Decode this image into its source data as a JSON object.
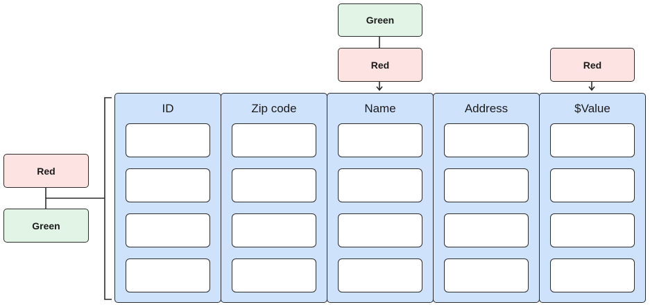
{
  "table": {
    "columns": [
      {
        "header": "ID",
        "cells": [
          "",
          "",
          "",
          ""
        ]
      },
      {
        "header": "Zip code",
        "cells": [
          "",
          "",
          "",
          ""
        ]
      },
      {
        "header": "Name",
        "cells": [
          "",
          "",
          "",
          ""
        ]
      },
      {
        "header": "Address",
        "cells": [
          "",
          "",
          "",
          ""
        ]
      },
      {
        "header": "$Value",
        "cells": [
          "",
          "",
          "",
          ""
        ]
      }
    ]
  },
  "tags": {
    "name_green": "Green",
    "name_red": "Red",
    "value_red": "Red",
    "rows_red": "Red",
    "rows_green": "Green"
  },
  "colors": {
    "column_fill": "#cfe2fc",
    "red_tag_fill": "#fde3e1",
    "green_tag_fill": "#e2f4e6",
    "outline": "#2b2b2b"
  }
}
